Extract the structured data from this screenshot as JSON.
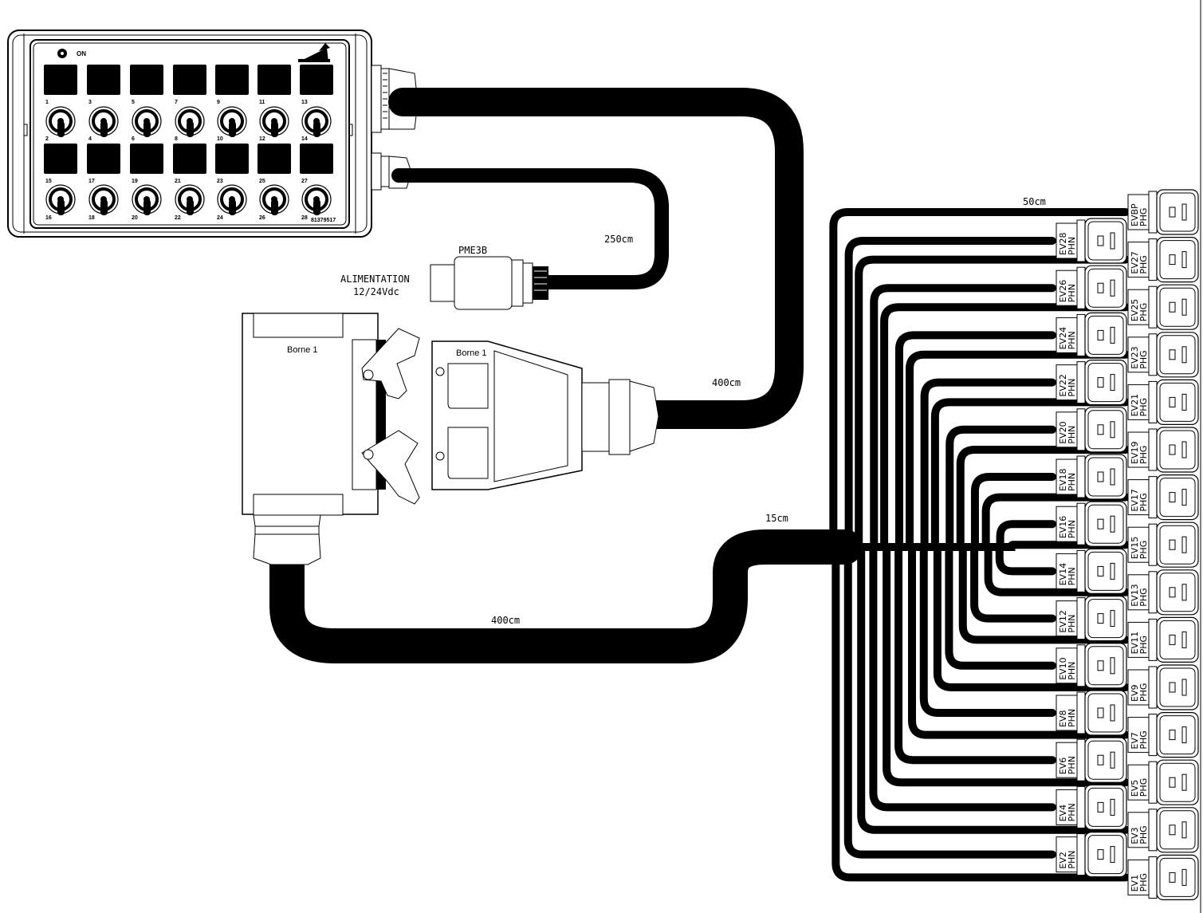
{
  "control_box": {
    "on_label": "ON",
    "switch_labels_row1": [
      "1",
      "3",
      "5",
      "7",
      "9",
      "11",
      "13"
    ],
    "switch_labels_row1_bottom": [
      "2",
      "4",
      "6",
      "8",
      "10",
      "12",
      "14"
    ],
    "switch_labels_row2": [
      "15",
      "17",
      "19",
      "21",
      "23",
      "25",
      "27"
    ],
    "switch_labels_row2_bottom": [
      "16",
      "18",
      "20",
      "22",
      "24",
      "26",
      "28"
    ],
    "reference": "81379517"
  },
  "power": {
    "connector_name": "PME3B",
    "label_line1": "ALIMENTATION",
    "label_line2": "12/24Vdc"
  },
  "cables": {
    "power_length": "250cm",
    "upper_length": "400cm",
    "lower_length": "400cm",
    "junction_length": "15cm",
    "branch_length": "50cm"
  },
  "connectors": {
    "left_label": "Borne 1",
    "right_label": "Borne 1"
  },
  "valves_phn": [
    {
      "name": "EV28",
      "type": "PHN"
    },
    {
      "name": "EV26",
      "type": "PHN"
    },
    {
      "name": "EV24",
      "type": "PHN"
    },
    {
      "name": "EV22",
      "type": "PHN"
    },
    {
      "name": "EV20",
      "type": "PHN"
    },
    {
      "name": "EV18",
      "type": "PHN"
    },
    {
      "name": "EV16",
      "type": "PHN"
    },
    {
      "name": "EV14",
      "type": "PHN"
    },
    {
      "name": "EV12",
      "type": "PHN"
    },
    {
      "name": "EV10",
      "type": "PHN"
    },
    {
      "name": "EV8",
      "type": "PHN"
    },
    {
      "name": "EV6",
      "type": "PHN"
    },
    {
      "name": "EV4",
      "type": "PHN"
    },
    {
      "name": "EV2",
      "type": "PHN"
    }
  ],
  "valves_phg": [
    {
      "name": "EVBP",
      "type": "PHG"
    },
    {
      "name": "EV27",
      "type": "PHG"
    },
    {
      "name": "EV25",
      "type": "PHG"
    },
    {
      "name": "EV23",
      "type": "PHG"
    },
    {
      "name": "EV21",
      "type": "PHG"
    },
    {
      "name": "EV19",
      "type": "PHG"
    },
    {
      "name": "EV17",
      "type": "PHG"
    },
    {
      "name": "EV15",
      "type": "PHG"
    },
    {
      "name": "EV13",
      "type": "PHG"
    },
    {
      "name": "EV11",
      "type": "PHG"
    },
    {
      "name": "EV9",
      "type": "PHG"
    },
    {
      "name": "EV7",
      "type": "PHG"
    },
    {
      "name": "EV5",
      "type": "PHG"
    },
    {
      "name": "EV3",
      "type": "PHG"
    },
    {
      "name": "EV1",
      "type": "PHG"
    }
  ]
}
